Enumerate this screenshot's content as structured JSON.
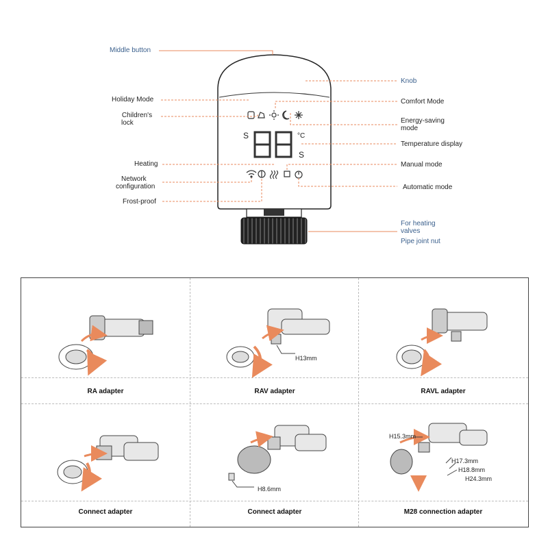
{
  "colors": {
    "accent": "#e98a5c",
    "label_blue": "#3a5f8c",
    "line": "#444444"
  },
  "labels_left": {
    "middle_button": "Middle button",
    "holiday_mode": "Holiday Mode",
    "childrens_lock_1": "Children's",
    "childrens_lock_2": "lock",
    "heating": "Heating",
    "network_config_1": "Network",
    "network_config_2": "configuration",
    "frost_proof": "Frost-proof"
  },
  "labels_right": {
    "knob": "Knob",
    "comfort_mode": "Comfort Mode",
    "energy_saving_1": "Energy-saving",
    "energy_saving_2": "mode",
    "temperature_display": "Temperature display",
    "manual_mode": "Manual mode",
    "automatic_mode": "Automatic mode",
    "for_heating_valves_1": "For heating",
    "for_heating_valves_2": "valves",
    "pipe_joint_nut": "Pipe joint nut"
  },
  "display": {
    "segment_text": "88",
    "unit": "°C",
    "left_s": "S",
    "right_s": "S"
  },
  "adapters": [
    {
      "caption": "RA adapter"
    },
    {
      "caption": "RAV adapter",
      "dims": [
        "H13mm"
      ]
    },
    {
      "caption": "RAVL adapter"
    },
    {
      "caption": "Connect adapter"
    },
    {
      "caption": "Connect adapter",
      "dims": [
        "H8.6mm"
      ]
    },
    {
      "caption": "M28 connection adapter",
      "dims": [
        "H15.3mm",
        "H17.3mm",
        "H18.8mm",
        "H24.3mm"
      ]
    }
  ]
}
